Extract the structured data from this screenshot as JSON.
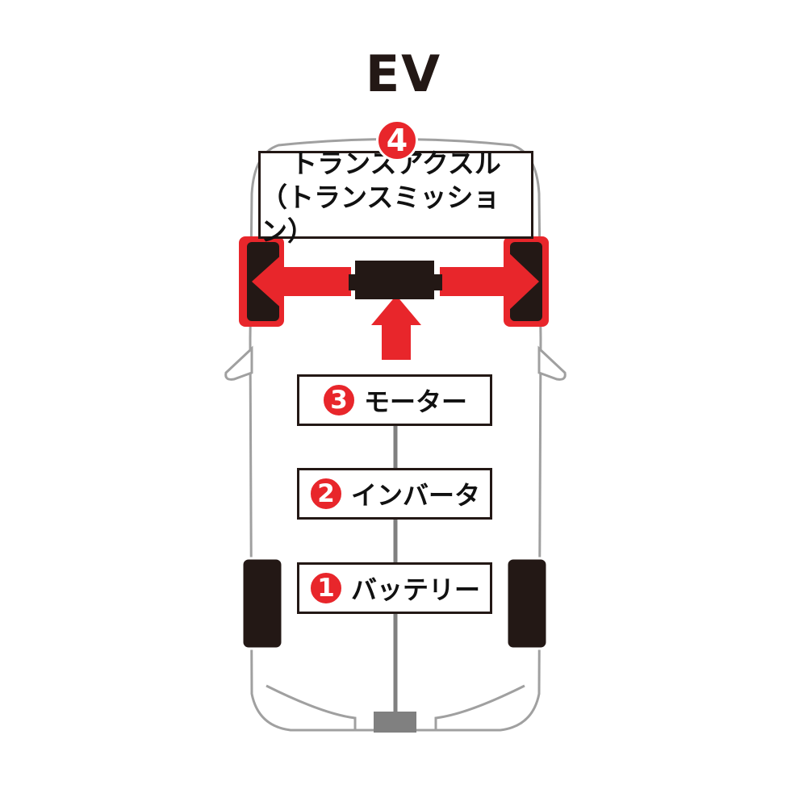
{
  "title": "EV",
  "components": [
    {
      "number": "1",
      "label": "バッテリー"
    },
    {
      "number": "2",
      "label": "インバータ"
    },
    {
      "number": "3",
      "label": "モーター"
    },
    {
      "number": "4",
      "label_line1": "トランスアクスル",
      "label_line2": "（トランスミッション）"
    }
  ],
  "colors": {
    "accent": "#e8262b",
    "outline": "#a0a0a0",
    "dark": "#231815",
    "shaft": "#808080"
  }
}
